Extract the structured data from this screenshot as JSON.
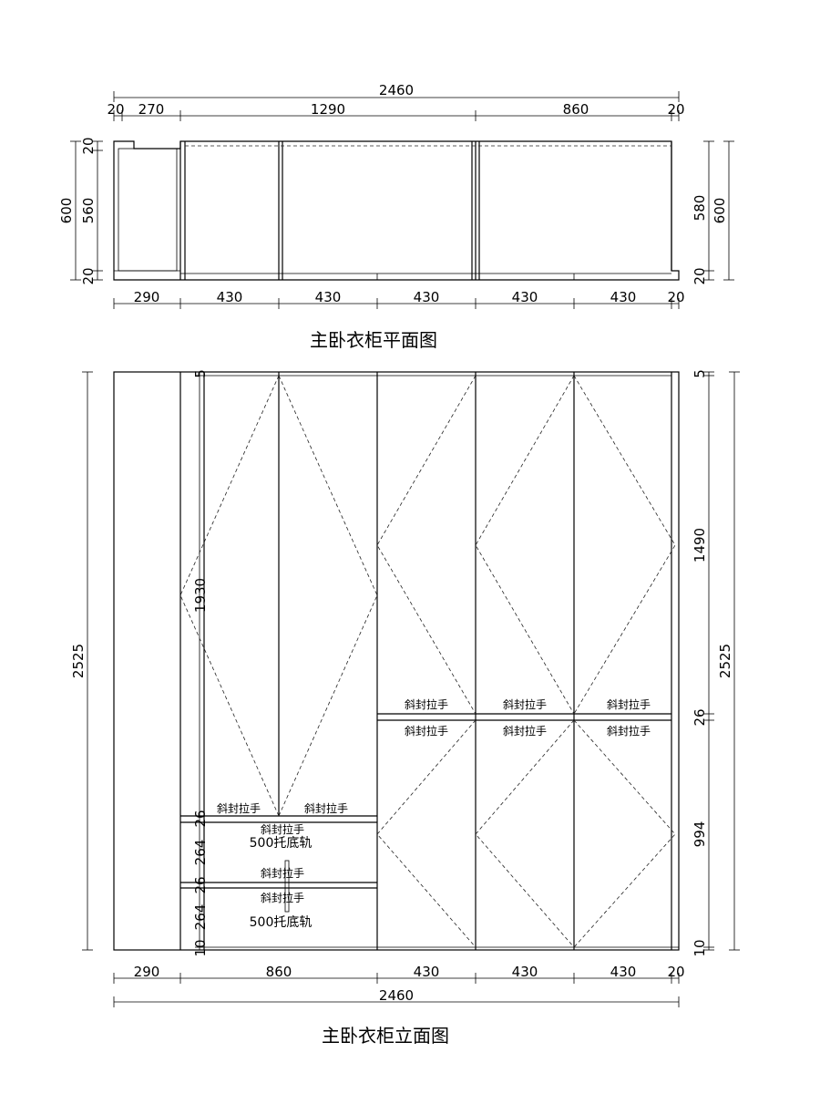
{
  "plan": {
    "title": "主卧衣柜平面图",
    "top_total": "2460",
    "top_parts": [
      "20",
      "270",
      "1290",
      "860",
      "20"
    ],
    "bottom_parts": [
      "290",
      "430",
      "430",
      "430",
      "430",
      "430",
      "20"
    ],
    "left_total": "600",
    "left_parts": [
      "20",
      "560",
      "20"
    ],
    "right_total": "600",
    "right_parts": [
      "580",
      "20"
    ]
  },
  "elevation": {
    "title": "主卧衣柜立面图",
    "left_total": "2525",
    "right_total": "2525",
    "right_parts": [
      "5",
      "1490",
      "26",
      "994",
      "10"
    ],
    "inner_parts": [
      "5",
      "1930",
      "26",
      "264",
      "26",
      "264",
      "10"
    ],
    "bottom_parts": [
      "290",
      "860",
      "430",
      "430",
      "430",
      "20"
    ],
    "bottom_total": "2460",
    "handle_label": "斜封拉手",
    "drawer_label": "500托底轨"
  }
}
